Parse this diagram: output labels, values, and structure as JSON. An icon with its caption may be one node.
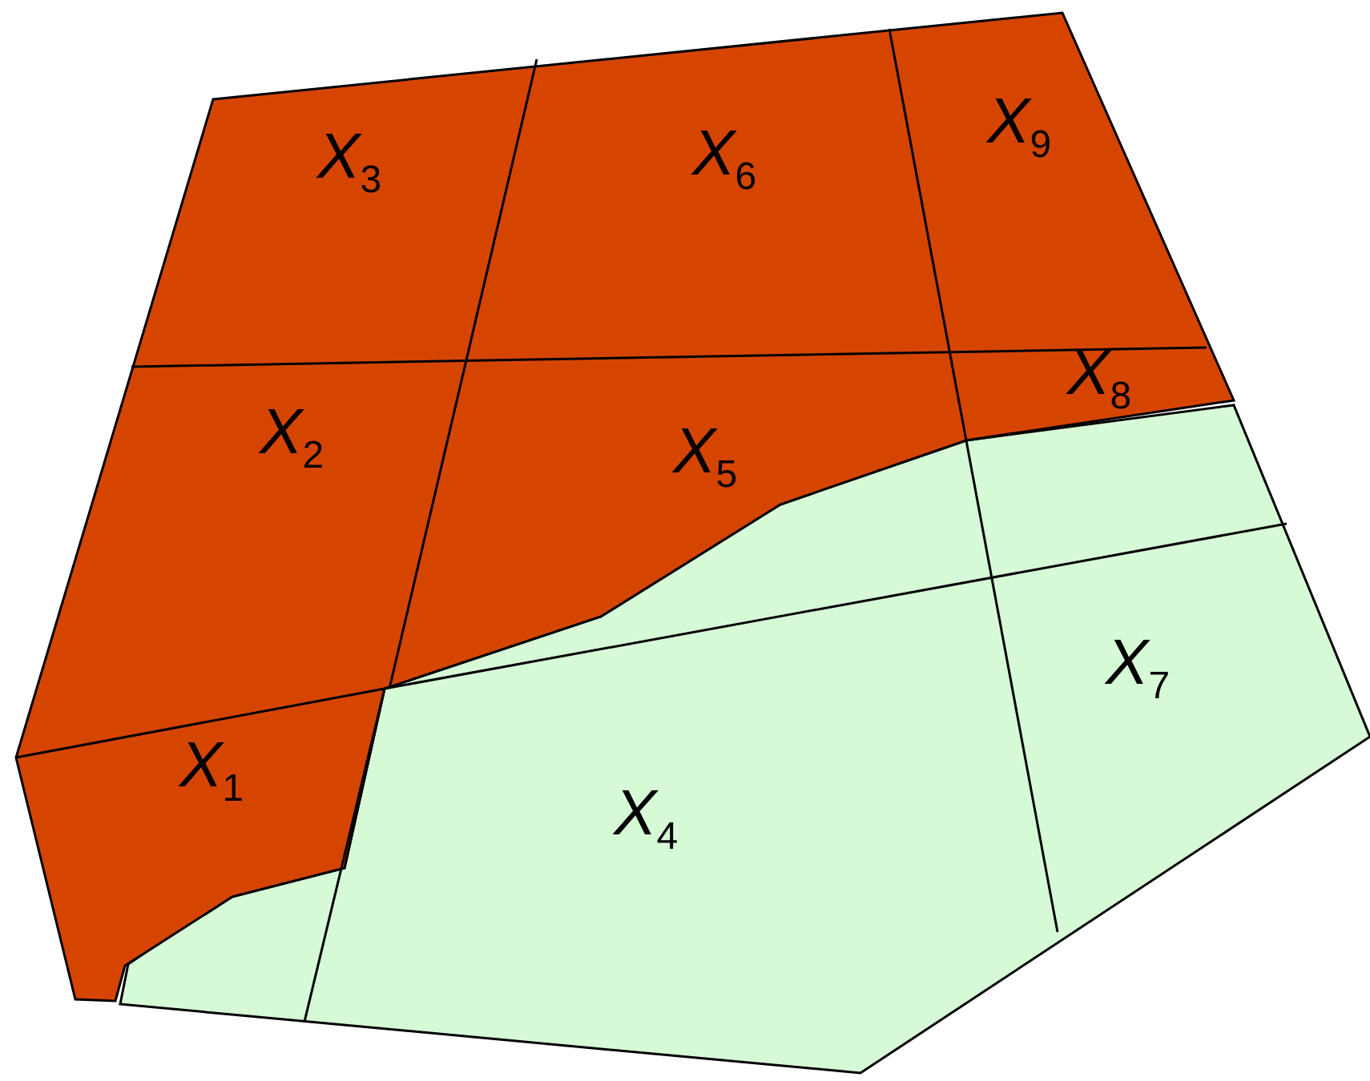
{
  "diagram": {
    "labels": [
      "X$_{3}$",
      "X$_{6}$",
      "X$_{9}$",
      "X$_{8}$",
      "X$_{2}$",
      "X$_{5}$",
      "X$_{7}$",
      "X$_{1}$",
      "X$_{4}$"
    ]
  }
}
